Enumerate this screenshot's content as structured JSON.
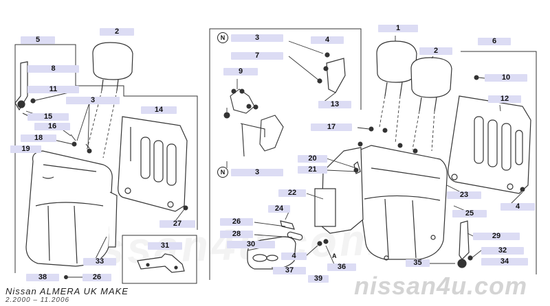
{
  "diagram": {
    "model_text": "Nissan ALMERA UK MAKE",
    "date_range": "2.2000 – 11.2006",
    "brand_watermark": "nissan4u.com",
    "background_watermark": "nissan4u.com",
    "circle_markers": [
      "N",
      "N"
    ],
    "marker_a": "A",
    "labels": {
      "p1": "1",
      "p2a": "2",
      "p2b": "2",
      "p3a": "3",
      "p3b": "3",
      "p3c": "3",
      "p4a": "4",
      "p4b": "4",
      "p4c": "4",
      "p5": "5",
      "p6": "6",
      "p7": "7",
      "p8": "8",
      "p9": "9",
      "p10": "10",
      "p11": "11",
      "p12": "12",
      "p13": "13",
      "p14": "14",
      "p15": "15",
      "p16": "16",
      "p17": "17",
      "p18": "18",
      "p19": "19",
      "p20": "20",
      "p21": "21",
      "p22": "22",
      "p23": "23",
      "p24": "24",
      "p25": "25",
      "p26a": "26",
      "p26b": "26",
      "p27": "27",
      "p28": "28",
      "p29": "29",
      "p30": "30",
      "p31": "31",
      "p32": "32",
      "p33": "33",
      "p34": "34",
      "p35": "35",
      "p36": "36",
      "p37": "37",
      "p38": "38",
      "p39": "39"
    }
  }
}
